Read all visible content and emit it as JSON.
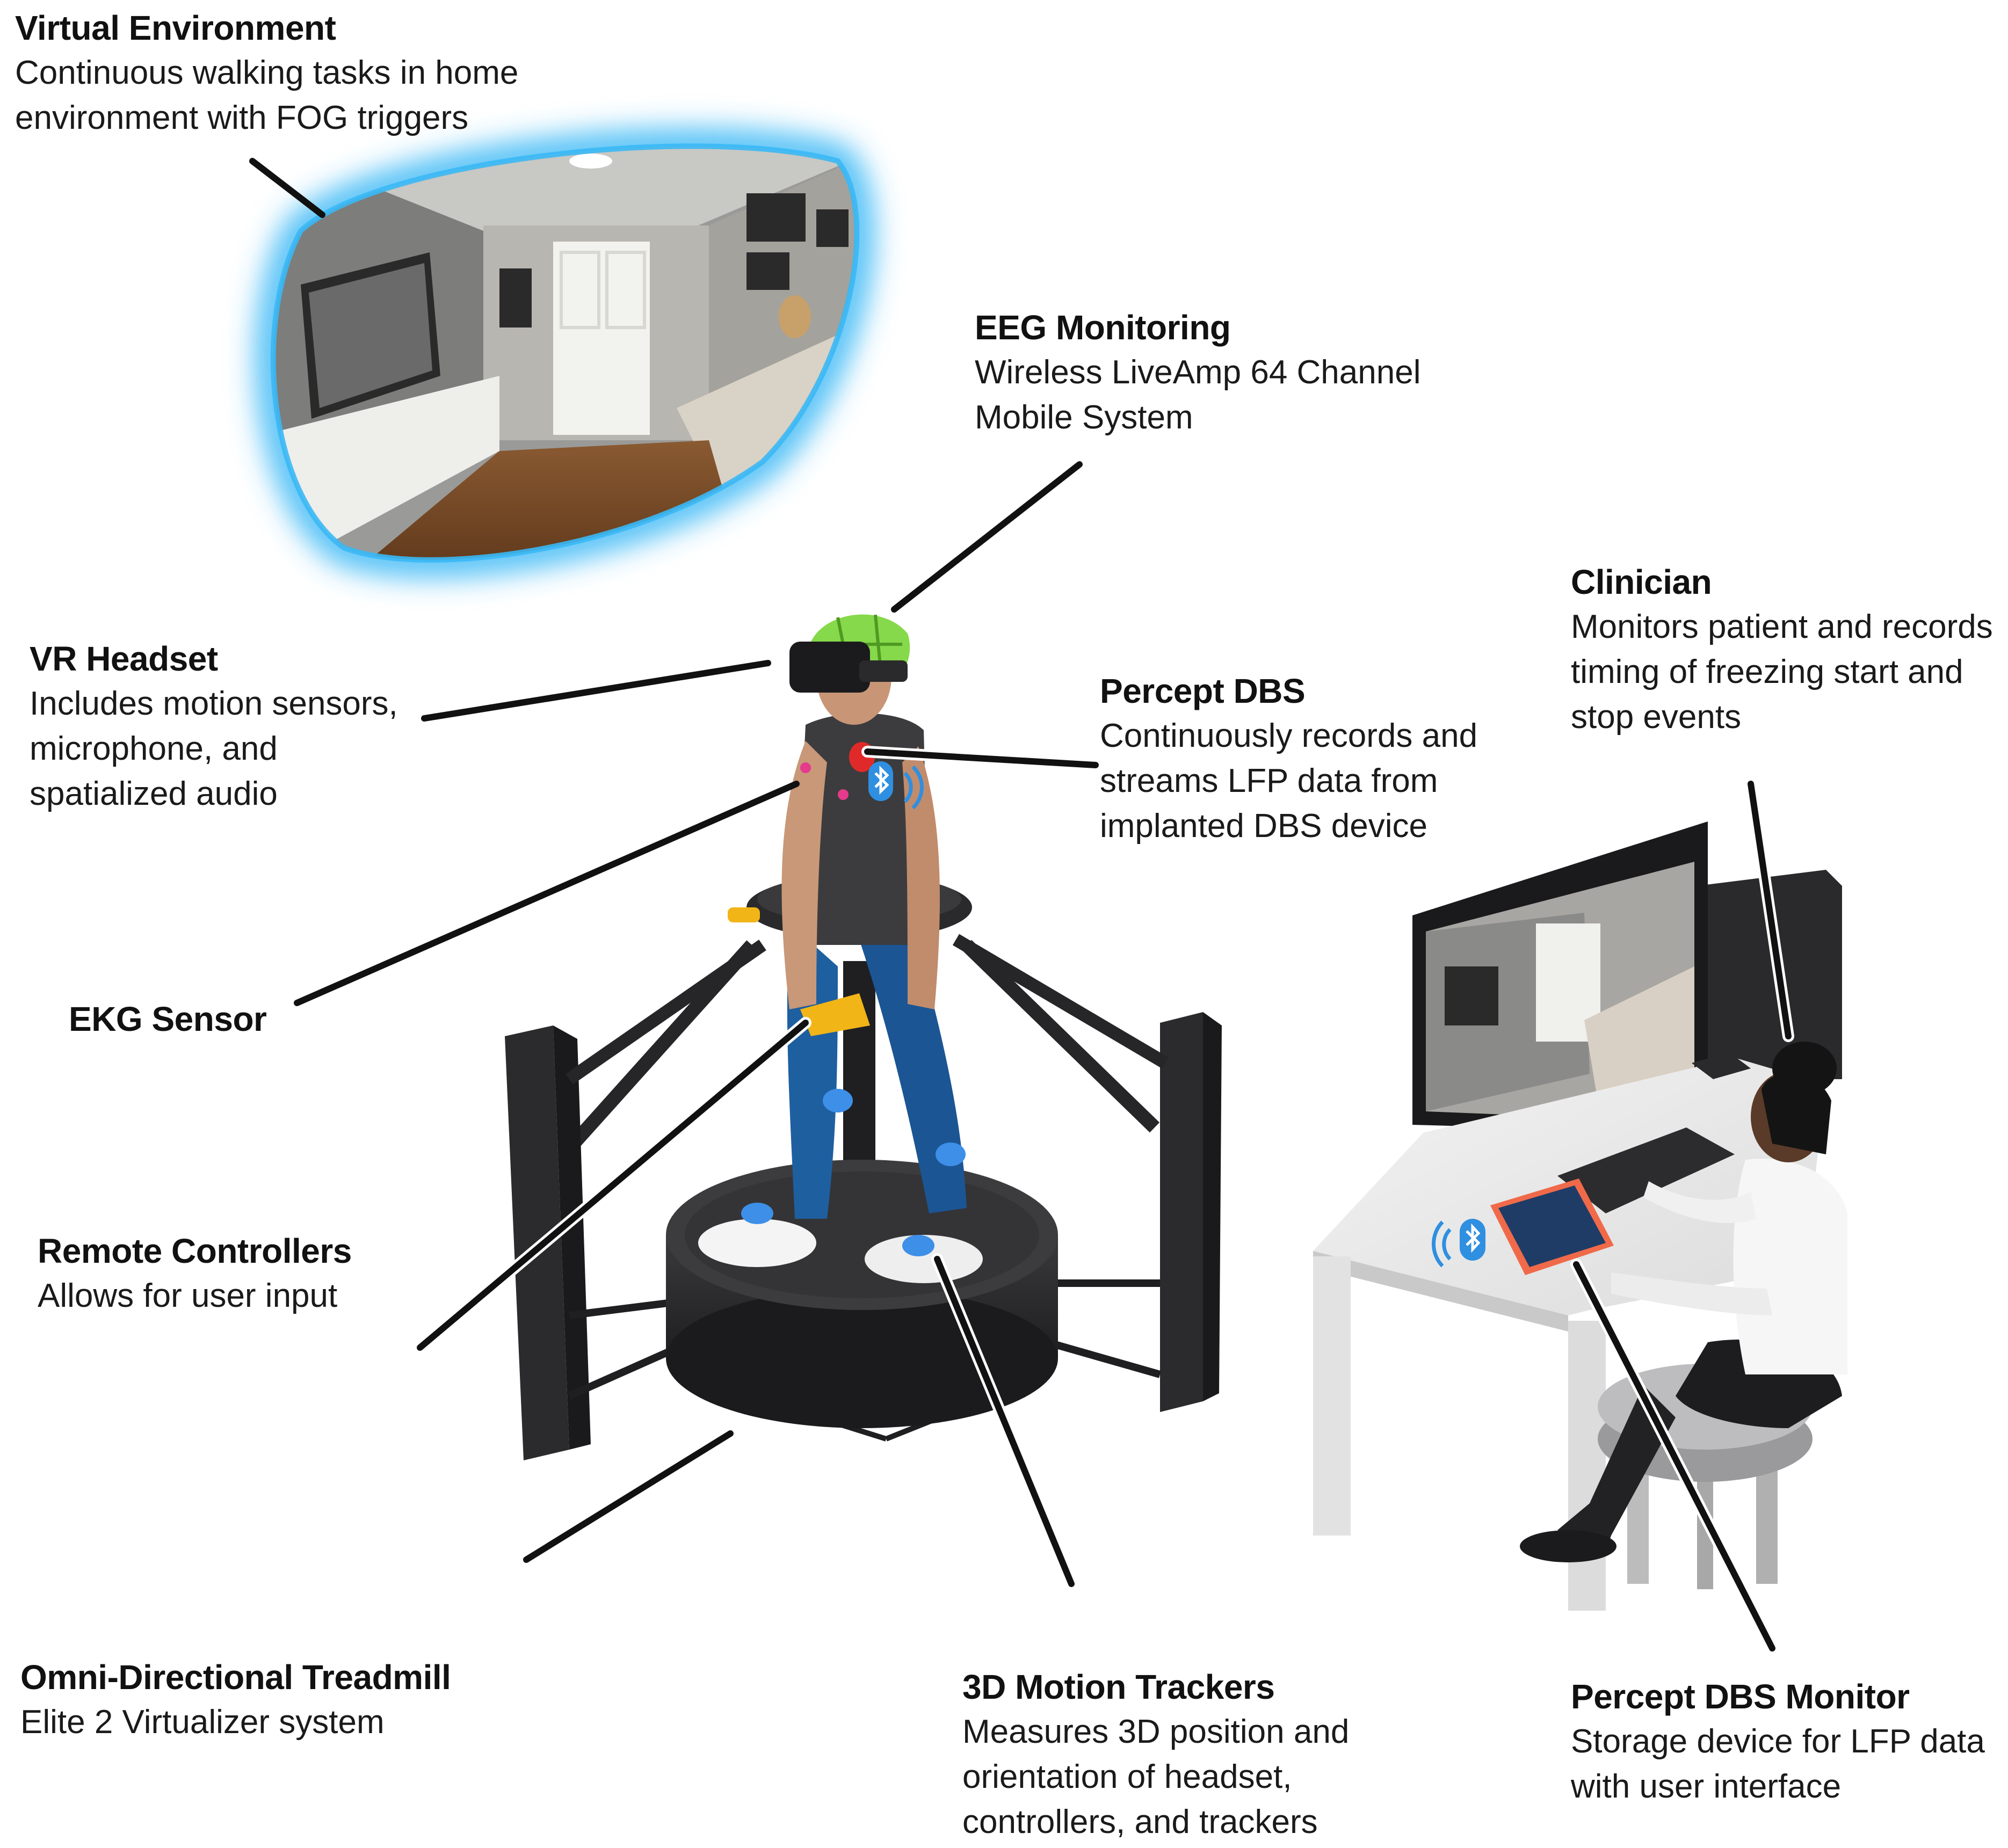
{
  "labels": {
    "virtual_environment": {
      "title": "Virtual Environment",
      "desc": "Continuous walking tasks in home\nenvironment with FOG triggers"
    },
    "eeg_monitoring": {
      "title": "EEG Monitoring",
      "desc": "Wireless LiveAmp 64 Channel\nMobile System"
    },
    "vr_headset": {
      "title": "VR Headset",
      "desc": "Includes motion sensors,\nmicrophone, and\nspatialized audio"
    },
    "percept_dbs": {
      "title": "Percept DBS",
      "desc": "Continuously records and\nstreams LFP data from\nimplanted DBS device"
    },
    "clinician": {
      "title": "Clinician",
      "desc": "Monitors patient and records\ntiming of freezing start and\nstop events"
    },
    "ekg_sensor": {
      "title": "EKG Sensor"
    },
    "remote_controllers": {
      "title": "Remote Controllers",
      "desc": "Allows for user input"
    },
    "omni_treadmill": {
      "title": "Omni-Directional Treadmill",
      "desc": "Elite 2 Virtualizer system"
    },
    "motion_trackers": {
      "title": "3D Motion Trackers",
      "desc": "Measures 3D position and\norientation of headset,\ncontrollers, and trackers"
    },
    "dbs_monitor": {
      "title": "Percept DBS Monitor",
      "desc": "Storage device for LFP data\nwith user interface"
    }
  },
  "icons": {
    "bluetooth_color": "#2f8fe0",
    "vr_glow_color": "#3ab8f5",
    "eeg_cap_color": "#86d94a",
    "ekg_sensor_color": "#e63a8c",
    "dbs_device_color": "#e02a2a",
    "tracker_color": "#3d8fe8",
    "controller_color": "#f2b517",
    "tablet_color": "#f06a4a"
  }
}
